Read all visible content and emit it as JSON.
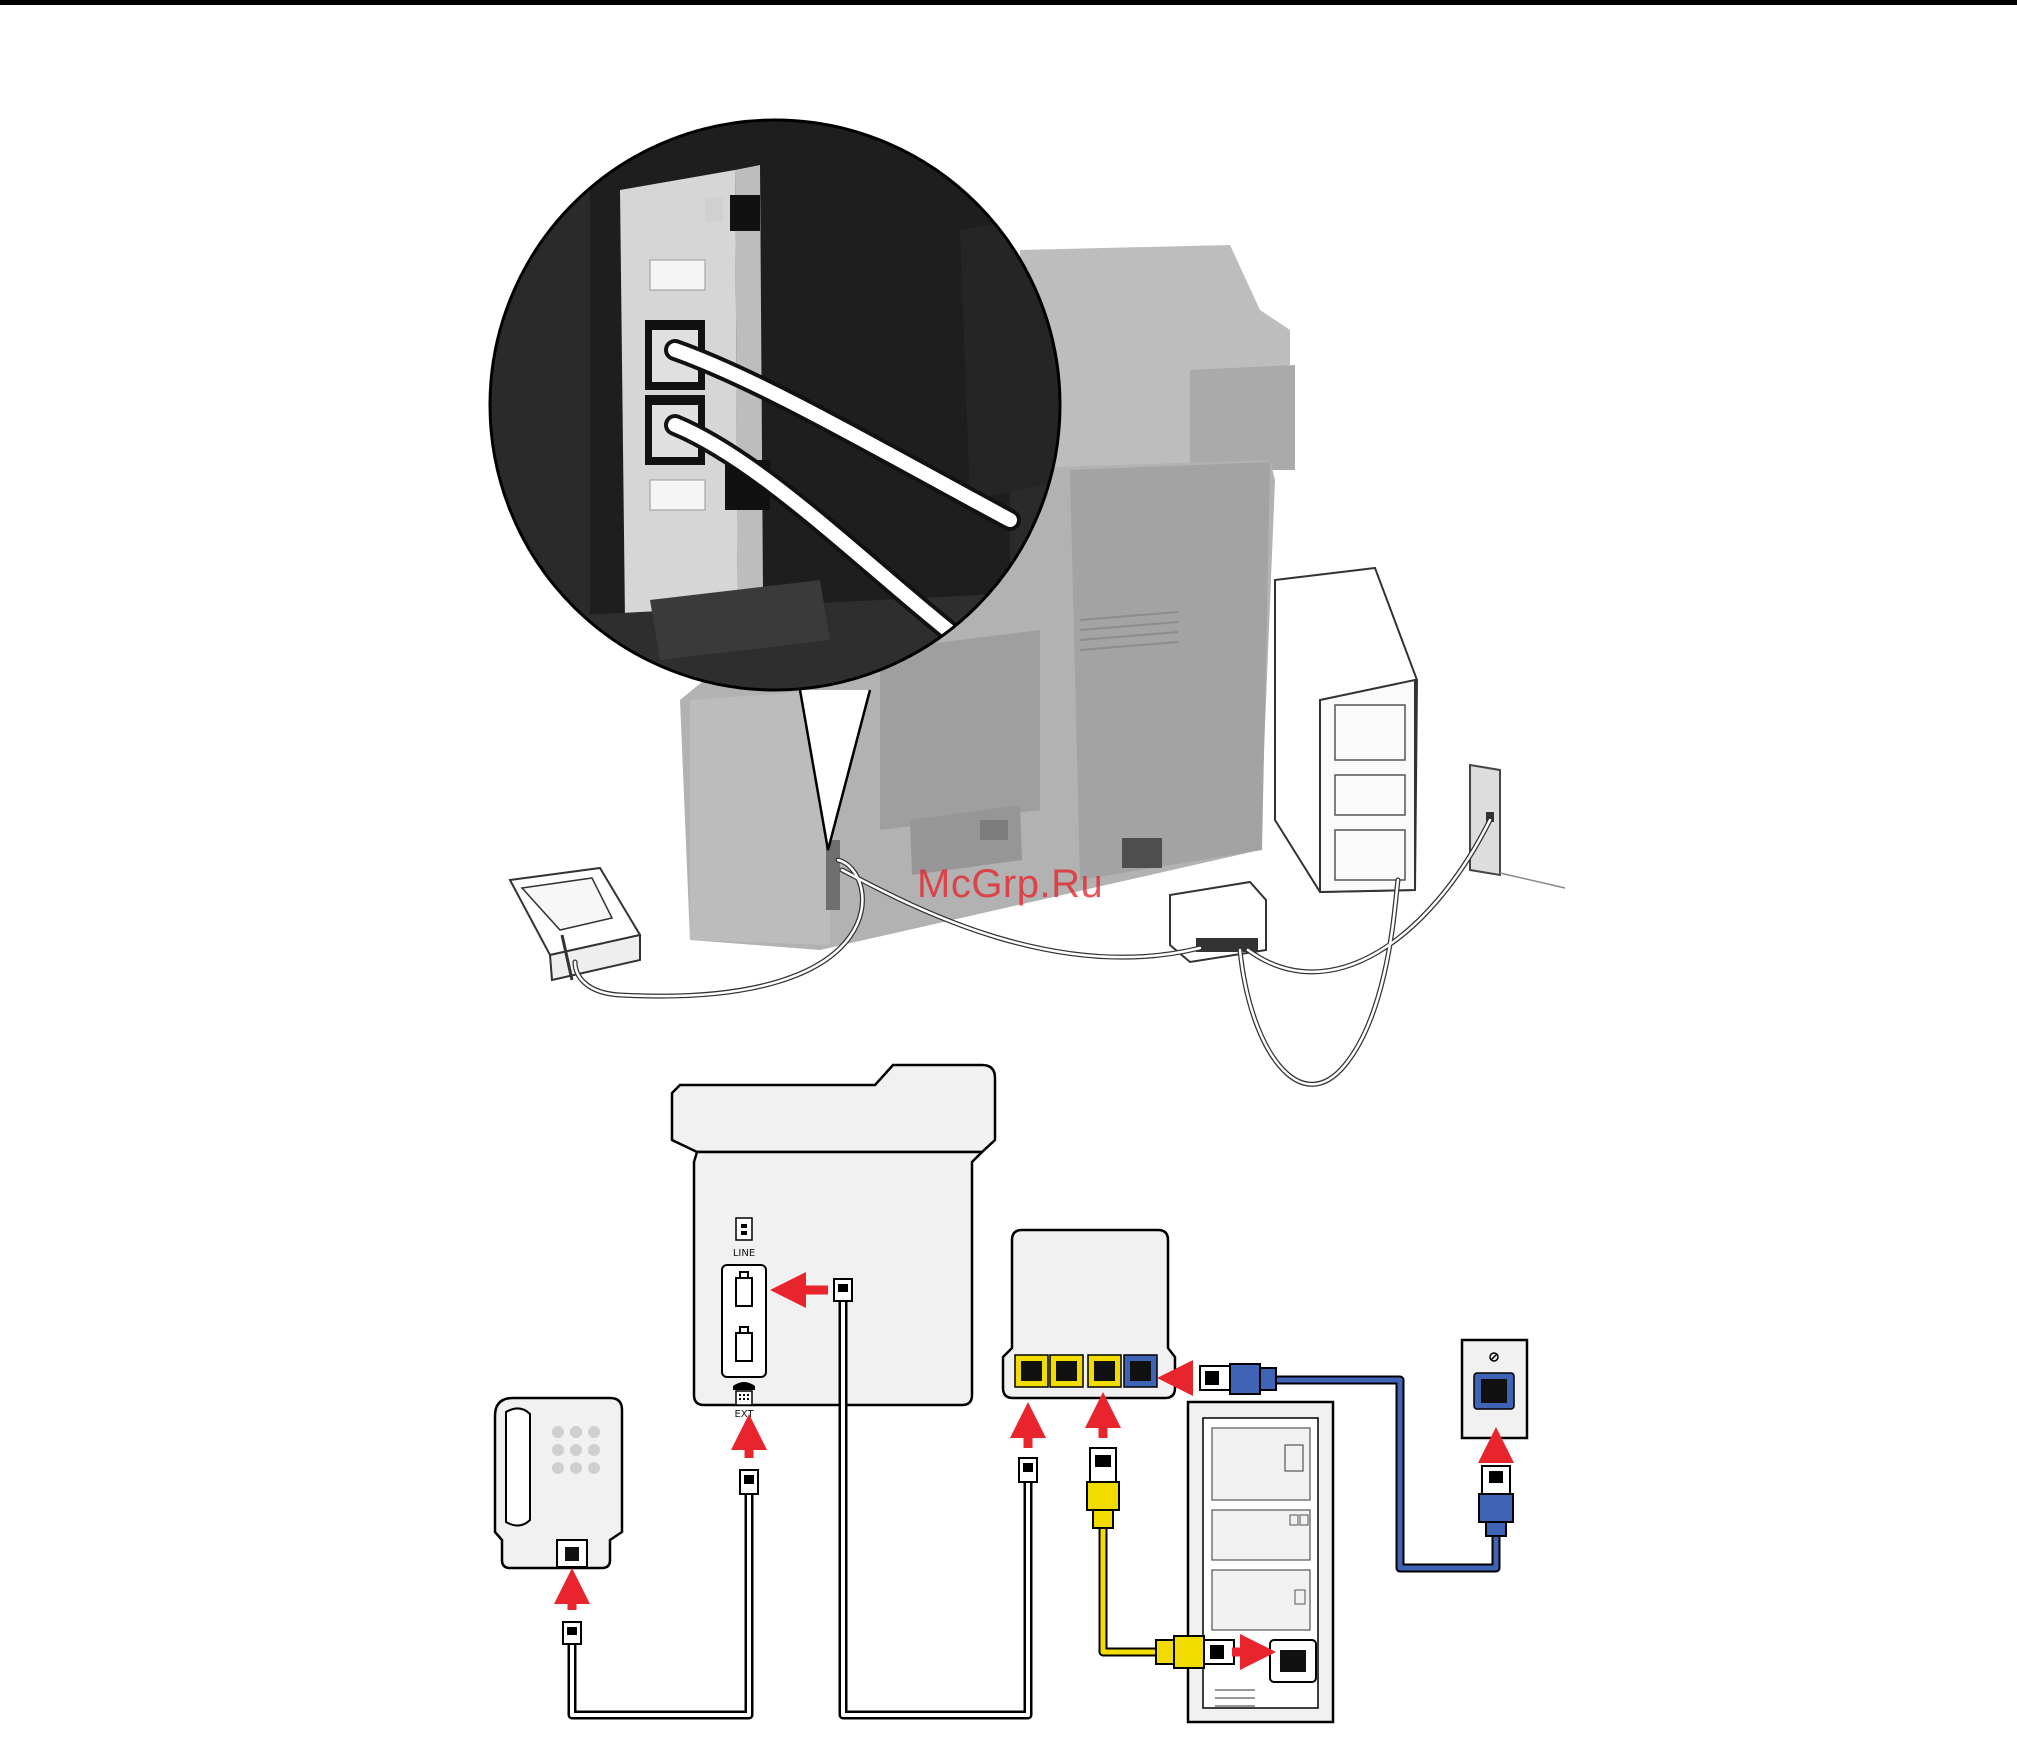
{
  "watermark": "McGrp.Ru",
  "ports": {
    "line": "LINE",
    "ext": "EXT"
  },
  "colors": {
    "arrow": "#e8242c",
    "ethernet_cable": "#f2dc00",
    "dsl_cable": "#3f63b5",
    "printer_body": "#b5b5b5",
    "panel_fill": "#f1f1f1"
  },
  "icons": [
    "line-port-icon",
    "ext-phone-icon",
    "telephone-icon",
    "wall-jack-icon",
    "rj11-plug-icon",
    "rj45-plug-icon"
  ]
}
